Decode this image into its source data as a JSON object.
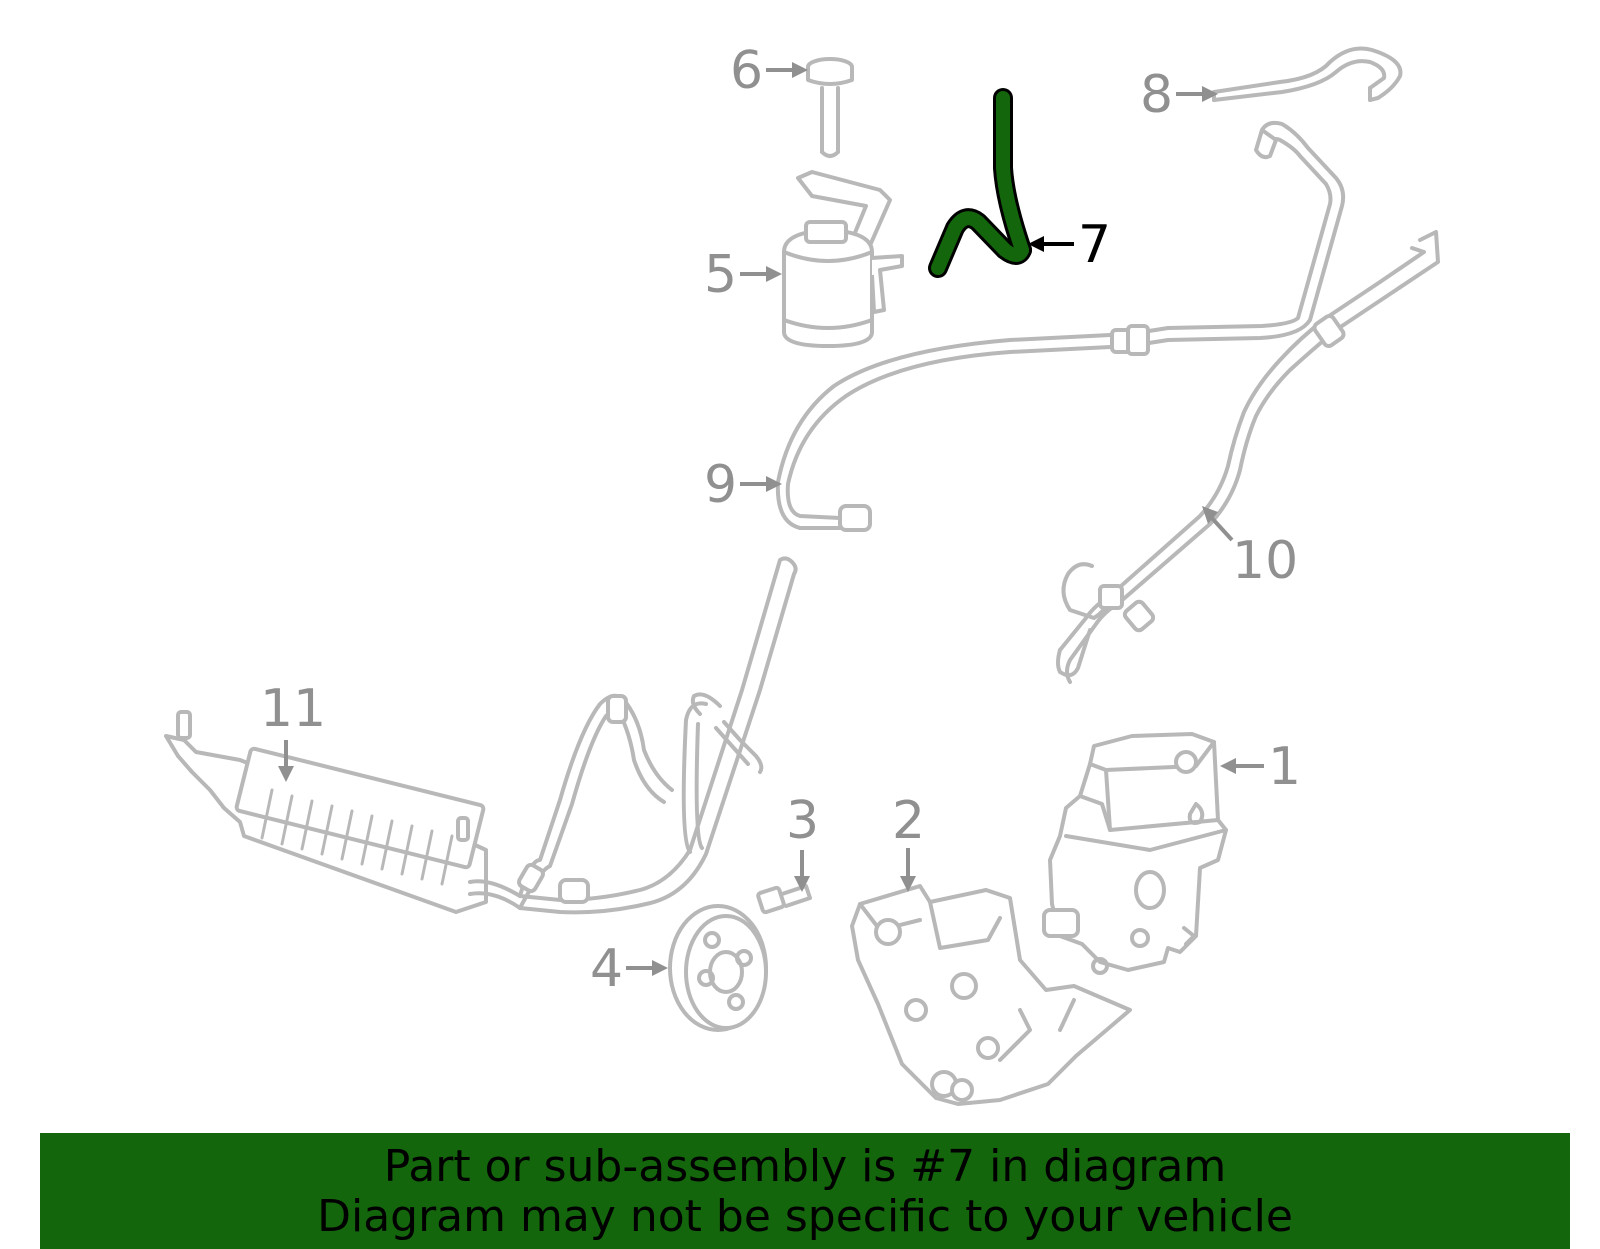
{
  "callouts": [
    {
      "number": "1",
      "active": false
    },
    {
      "number": "2",
      "active": false
    },
    {
      "number": "3",
      "active": false
    },
    {
      "number": "4",
      "active": false
    },
    {
      "number": "5",
      "active": false
    },
    {
      "number": "6",
      "active": false
    },
    {
      "number": "7",
      "active": true
    },
    {
      "number": "8",
      "active": false
    },
    {
      "number": "9",
      "active": false
    },
    {
      "number": "10",
      "active": false
    },
    {
      "number": "11",
      "active": false
    }
  ],
  "highlight_color": "#14660c",
  "banner": {
    "line1": "Part or sub-assembly is #7 in diagram",
    "line2": "Diagram may not be specific to your vehicle"
  }
}
